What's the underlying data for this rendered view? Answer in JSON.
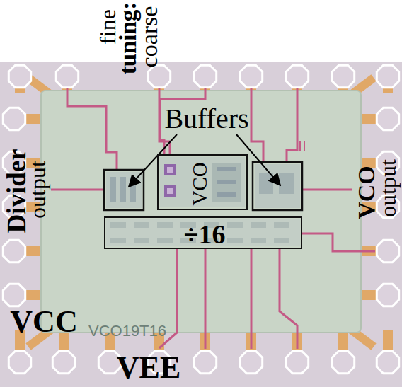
{
  "diagram": {
    "nodes": [
      {
        "text": [
          "VCO"
        ]
      },
      {
        "text": [
          "÷16"
        ]
      }
    ],
    "labels": [
      "fine",
      "tuning:",
      "coarse",
      "Buffers",
      "Divider",
      "output",
      "VCO",
      "output",
      "VCC",
      "VEE",
      "VCO19T16"
    ]
  }
}
